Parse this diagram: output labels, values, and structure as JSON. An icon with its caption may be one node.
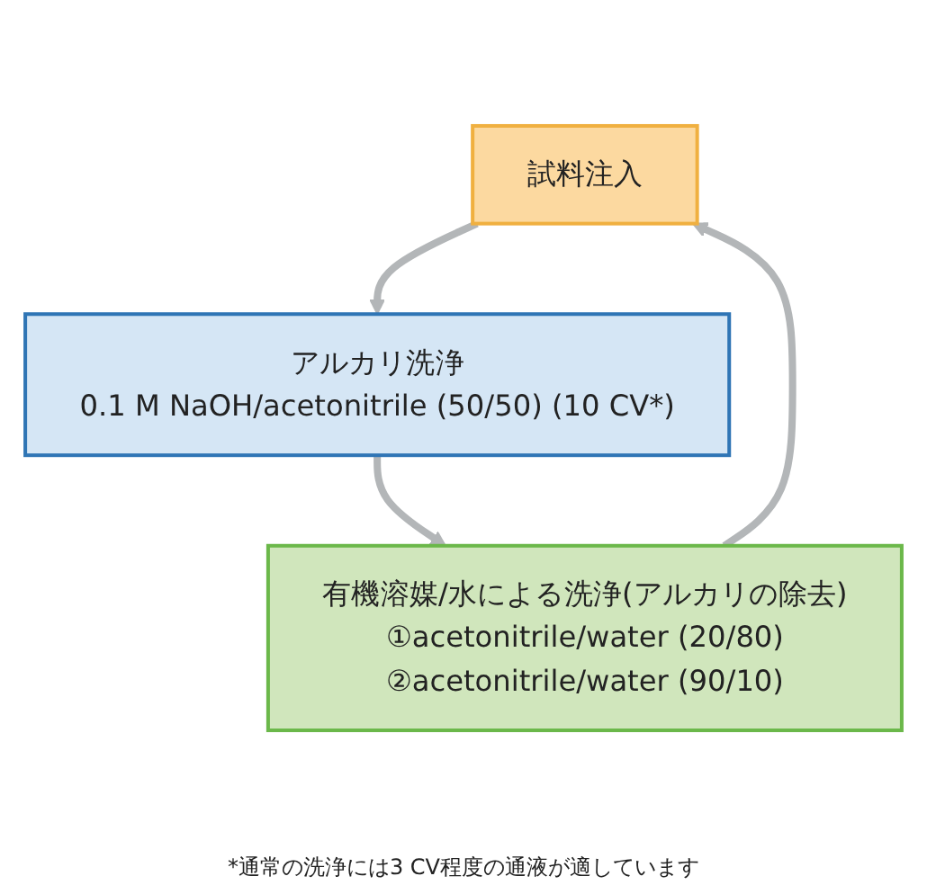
{
  "diagram": {
    "nodes": [
      {
        "text": [
          "試料注入"
        ]
      },
      {
        "text": [
          "アルカリ洗浄",
          "0.1 M NaOH/acetonitrile (50/50) (10 CV*)"
        ]
      },
      {
        "text": [
          "有機溶媒/水による洗浄(アルカリの除去)",
          "①acetonitrile/water (20/80)",
          "②acetonitrile/water (90/10)"
        ]
      }
    ],
    "edges": [
      {
        "from": 0,
        "to": 1,
        "arrow": "to"
      },
      {
        "from": 1,
        "to": 2,
        "arrow": "to"
      },
      {
        "from": 2,
        "to": 0,
        "arrow": "to"
      }
    ],
    "labels": [
      "*通常の洗浄には3 CV程度の通液が適しています"
    ]
  }
}
